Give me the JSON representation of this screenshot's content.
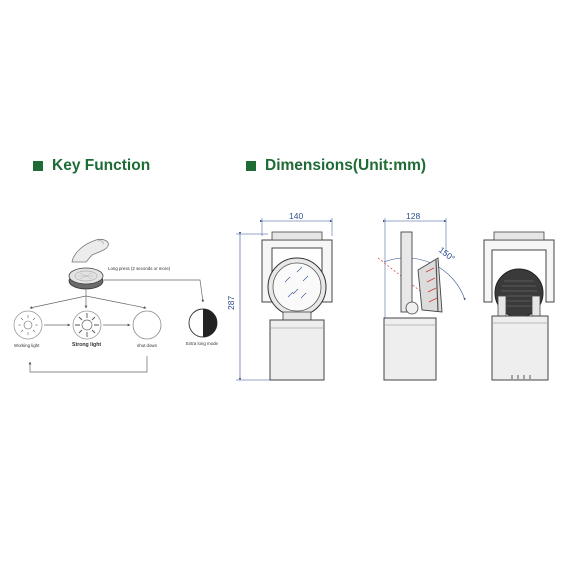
{
  "key_function": {
    "title": "Key Function",
    "long_press": "Long press (2 seconds or more)",
    "modes": [
      {
        "label": "Working light"
      },
      {
        "label": "Strong light"
      },
      {
        "label": "shut down"
      },
      {
        "label": "Extra long mode"
      }
    ]
  },
  "dimensions": {
    "title": "Dimensions(Unit:mm)",
    "width_front": "140",
    "width_side": "128",
    "height": "287",
    "angle": "150°"
  },
  "colors": {
    "accent": "#1e6b35",
    "dimension": "#2f4f8f",
    "angle_line": "#d43a3a"
  }
}
